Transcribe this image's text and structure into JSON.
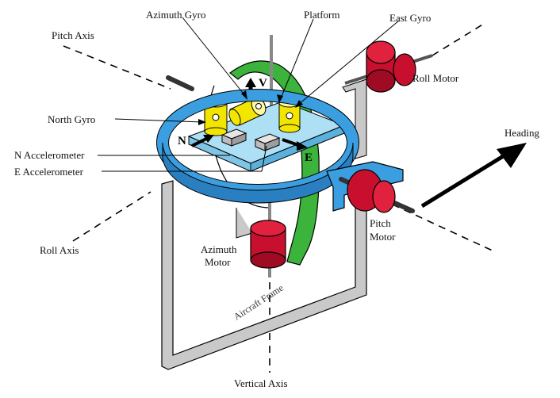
{
  "labels": {
    "azimuth_gyro": "Azimuth Gyro",
    "platform": "Platform",
    "east_gyro": "East Gyro",
    "pitch_axis": "Pitch Axis",
    "roll_motor": "Roll Motor",
    "north_gyro": "North Gyro",
    "heading": "Heading",
    "n_accelerometer": "N Accelerometer",
    "e_accelerometer": "E Accelerometer",
    "roll_axis": "Roll Axis",
    "pitch_motor_line1": "Pitch",
    "pitch_motor_line2": "Motor",
    "azimuth_motor_line1": "Azimuth",
    "azimuth_motor_line2": "Motor",
    "aircraft_frame": "Aircraft Frame",
    "vertical_axis": "Vertical Axis",
    "dir_n": "N",
    "dir_e": "E",
    "dir_v": "V"
  },
  "colors": {
    "ring_blue": "#3a9ee0",
    "platform_blue": "#aee0f5",
    "gimbal_green": "#3cb43c",
    "motor_red": "#c8102e",
    "gyro_yellow": "#f2e600",
    "frame_grey": "#c9c9c9"
  }
}
